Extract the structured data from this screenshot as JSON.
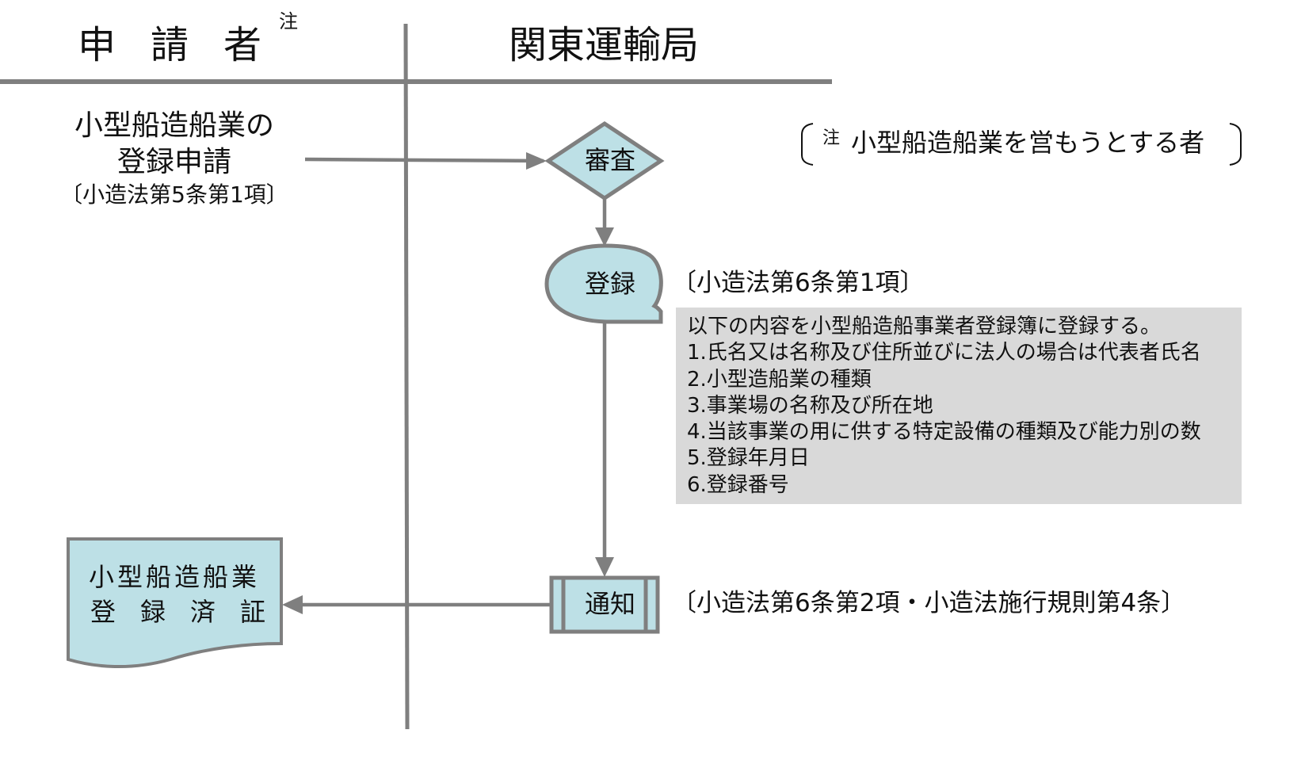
{
  "headers": {
    "applicant": "申請者",
    "applicant_note": "注",
    "bureau": "関東運輸局"
  },
  "application": {
    "title_line1": "小型船造船業の",
    "title_line2": "登録申請",
    "reference": "〔小造法第5条第1項〕"
  },
  "steps": {
    "review": "審査",
    "register": "登録",
    "register_ref": "〔小造法第6条第1項〕",
    "notify": "通知",
    "notify_ref": "〔小造法第6条第2項・小造法施行規則第4条〕"
  },
  "note": {
    "mark": "注",
    "text": "小型船造船業を営もうとする者"
  },
  "details": {
    "intro": "以下の内容を小型船造船事業者登録簿に登録する。",
    "items": [
      "1.氏名又は名称及び住所並びに法人の場合は代表者氏名",
      "2.小型造船業の種類",
      "3.事業場の名称及び所在地",
      "4.当該事業の用に供する特定設備の種類及び能力別の数",
      "5.登録年月日",
      "6.登録番号"
    ]
  },
  "certificate": {
    "line1": "小型船造船業",
    "line2": "登録済証"
  },
  "colors": {
    "shape_fill": "#bde0e6",
    "stroke": "#7f7f7f",
    "details_fill": "#d9d9d9"
  }
}
